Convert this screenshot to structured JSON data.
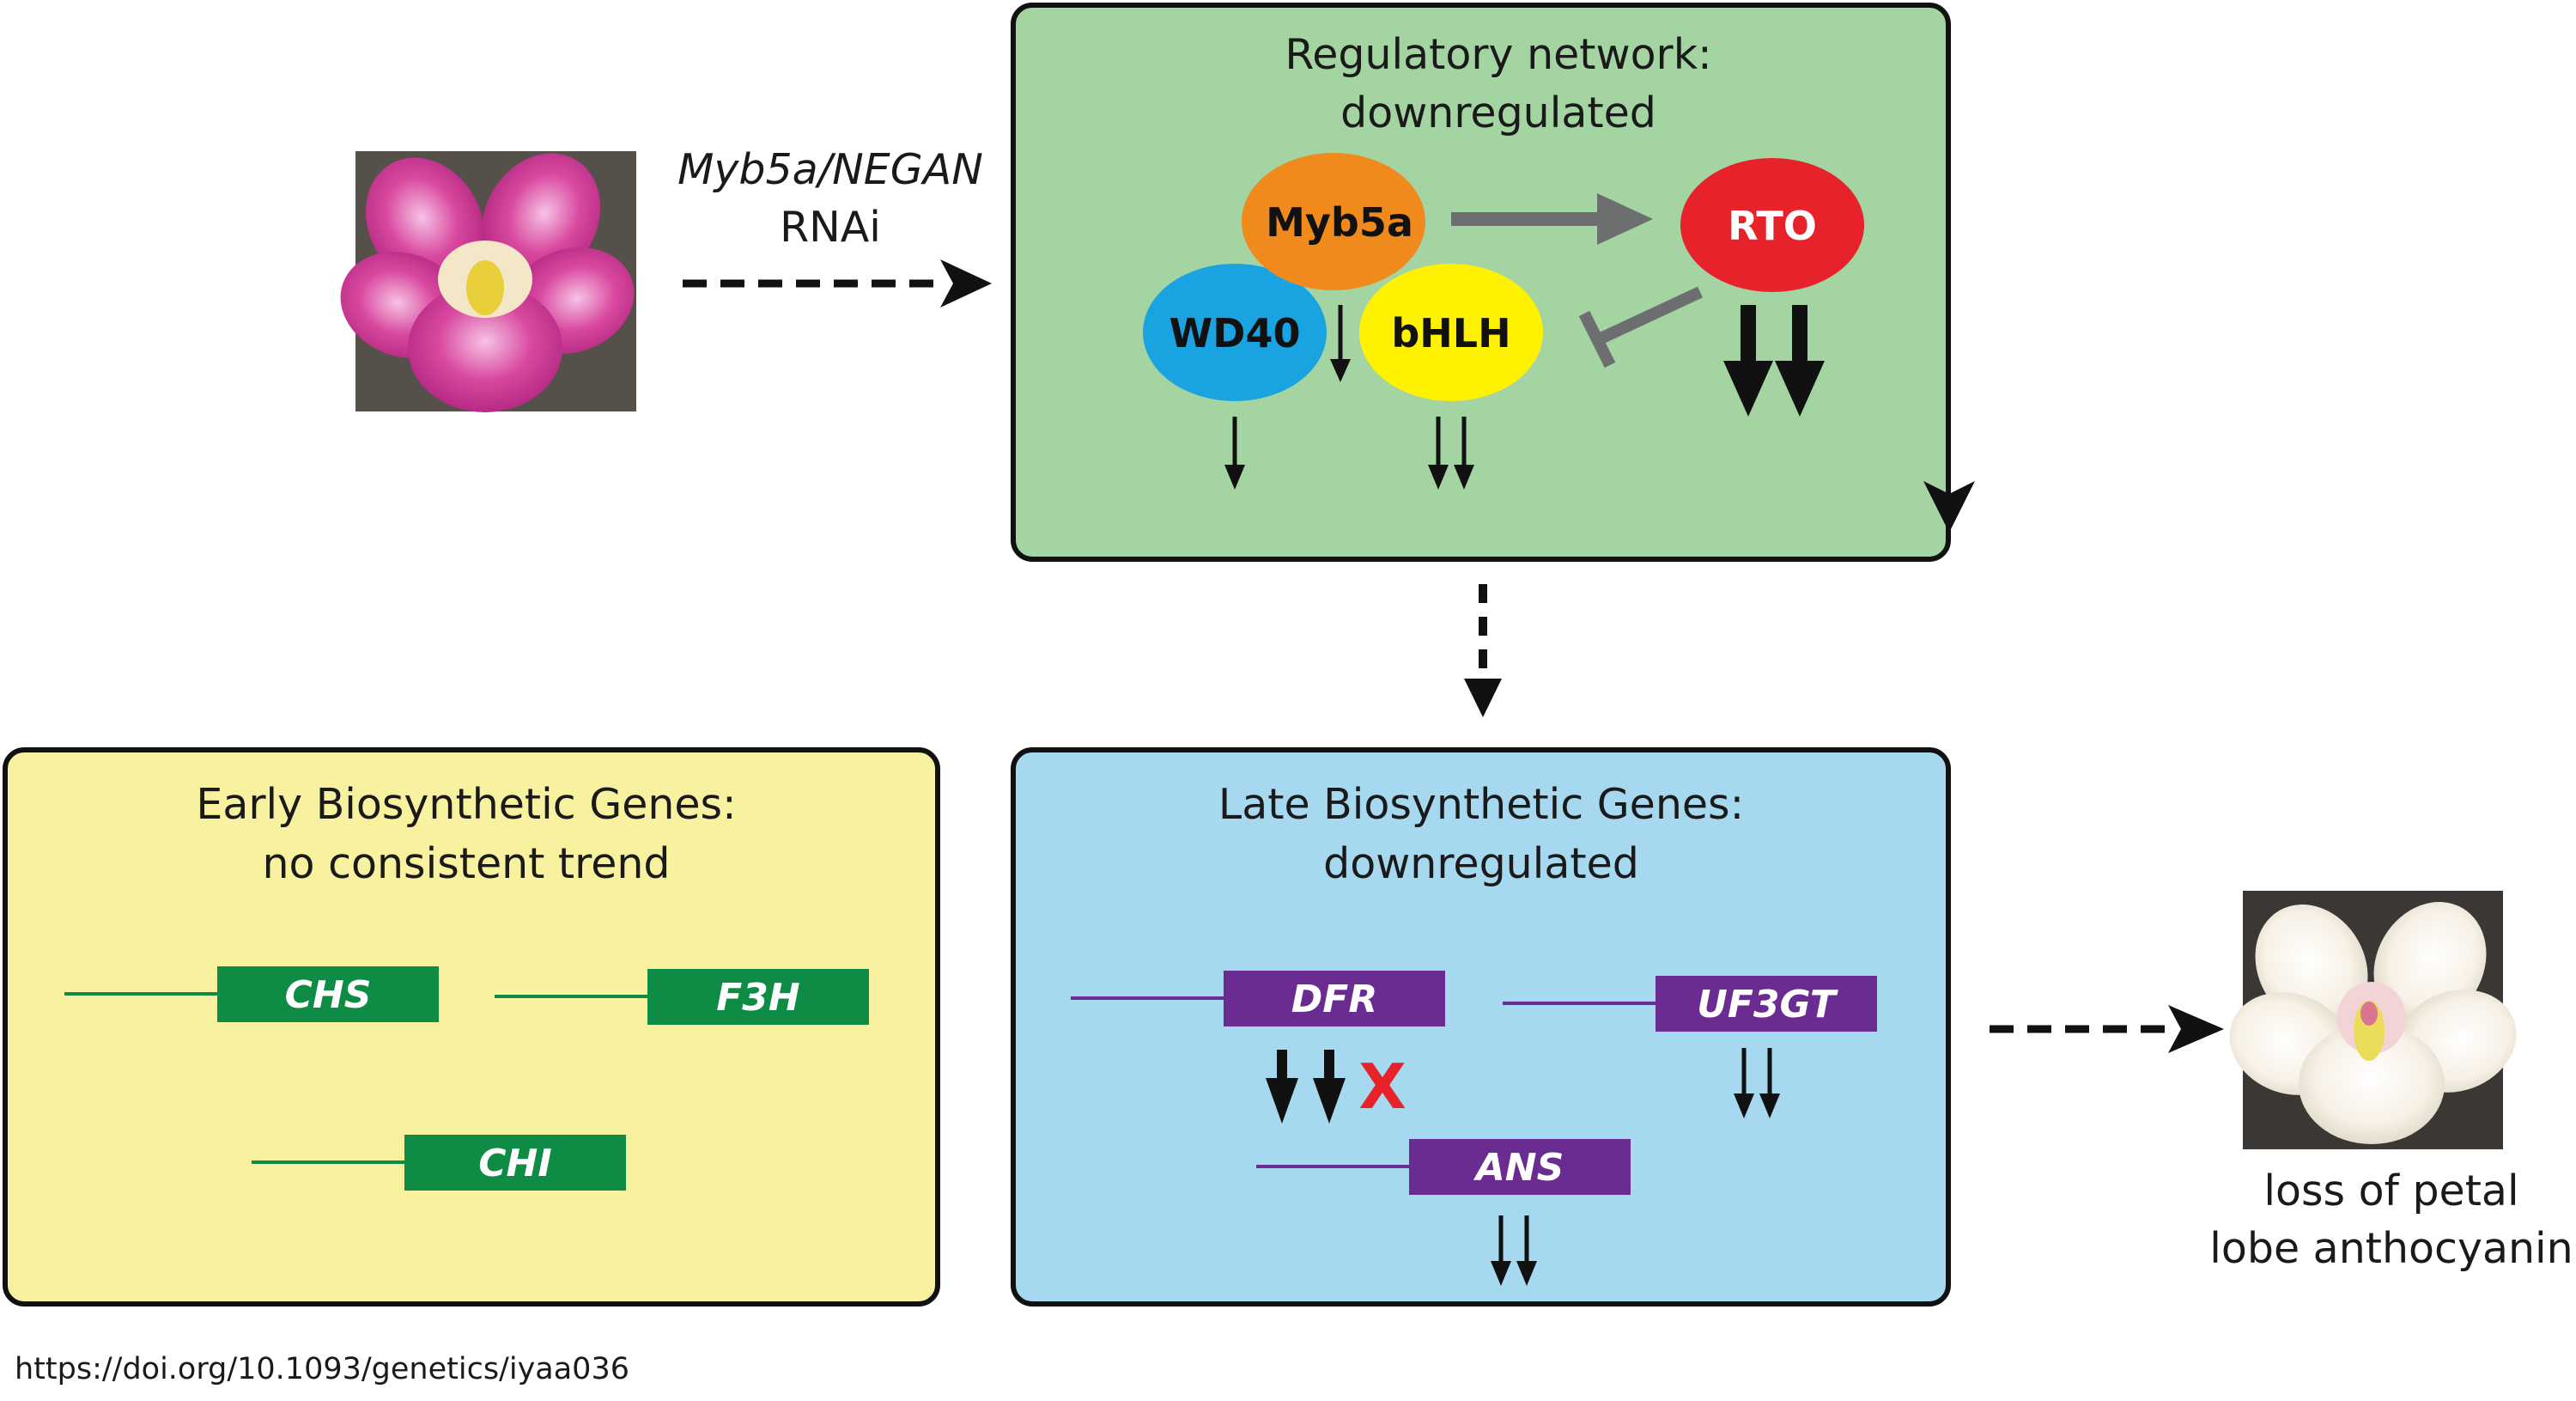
{
  "regulatory_box": {
    "title_line1": "Regulatory network:",
    "title_line2": "downregulated",
    "fill": "#a4d4a2",
    "nodes": {
      "myb5a": {
        "label": "Myb5a",
        "color": "#f08a1d"
      },
      "wd40": {
        "label": "WD40",
        "color": "#19a3e0"
      },
      "bhlh": {
        "label": "bHLH",
        "color": "#fff200"
      },
      "rto": {
        "label": "RTO",
        "color": "#e8222a"
      }
    }
  },
  "rnai_label": {
    "line1": "Myb5a/NEGAN",
    "line2": "RNAi"
  },
  "early_box": {
    "title_line1": "Early Biosynthetic Genes:",
    "title_line2": "no consistent trend",
    "fill": "#f8f1a0",
    "gene_color": "#0e8c45",
    "genes": [
      "CHS",
      "F3H",
      "CHI"
    ]
  },
  "late_box": {
    "title_line1": "Late Biosynthetic Genes:",
    "title_line2": "downregulated",
    "fill": "#a6d8ef",
    "gene_color": "#6b2c91",
    "genes": [
      "DFR",
      "UF3GT",
      "ANS"
    ],
    "blocked_mark": "X",
    "blocked_color": "#e8222a"
  },
  "outcome": {
    "line1": "loss of petal",
    "line2": "lobe anthocyanin"
  },
  "doi": "https://doi.org/10.1093/genetics/iyaa036",
  "photos": {
    "before": "pink-monkeyflower-photo",
    "after": "white-monkeyflower-photo"
  }
}
